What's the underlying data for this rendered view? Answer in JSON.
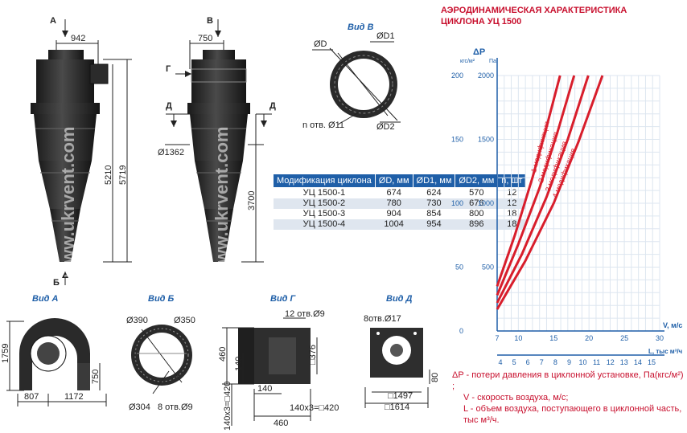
{
  "chart_title": [
    "АЭРОДИНАМИЧЕСКАЯ ХАРАКТЕРИСТИКА",
    "ЦИКЛОНА УЦ 1500"
  ],
  "view_titles": {
    "v": "Вид В",
    "a": "Вид А",
    "b": "Вид Б",
    "g": "Вид Г",
    "d": "Вид Д"
  },
  "section_labels": {
    "a": "А",
    "b": "Б",
    "v": "В",
    "g": "Г",
    "d1": "Д",
    "d2": "Д"
  },
  "dims": {
    "w942": "942",
    "h5210": "5210",
    "h5719": "5719",
    "w750": "750",
    "d1362": "Ø1362",
    "h3700": "3700",
    "vd": "ØD",
    "vd1": "ØD1",
    "vd2": "ØD2",
    "vholes": "n отв. Ø11",
    "a1759": "1759",
    "a750": "750",
    "a807": "807",
    "a1172": "1172",
    "b390": "Ø390",
    "b350": "Ø350",
    "b304": "Ø304",
    "b8holes": "8 отв.Ø9",
    "g12holes": "12 отв.Ø9",
    "g460": "460",
    "g140": "140",
    "g376": "□376",
    "g140x3a": "140x3=□420",
    "g140b": "140",
    "g140x3b": "140x3=□420",
    "g460b": "460",
    "d8holes": "8отв.Ø17",
    "d80": "80",
    "d1497": "□1497",
    "d1614": "□1614"
  },
  "watermark": "www.ukrvent.com",
  "table": {
    "headers": [
      "Модификация циклона",
      "ØD, мм",
      "ØD1, мм",
      "ØD2, мм",
      "n, шт"
    ],
    "rows": [
      [
        "УЦ 1500-1",
        "674",
        "624",
        "570",
        "12"
      ],
      [
        "УЦ 1500-2",
        "780",
        "730",
        "676",
        "12"
      ],
      [
        "УЦ 1500-3",
        "904",
        "854",
        "800",
        "18"
      ],
      [
        "УЦ 1500-4",
        "1004",
        "954",
        "896",
        "18"
      ]
    ]
  },
  "chart_data": {
    "type": "line",
    "ylabel": "ΔP",
    "yunits_left": "кгс/м²",
    "yunits_right": "Па",
    "y_kgs_ticks": [
      "0",
      "50",
      "100",
      "150",
      "200"
    ],
    "y_pa_ticks": [
      "500",
      "1000",
      "1500",
      "2000"
    ],
    "ylim_kgs": [
      0,
      200
    ],
    "x_v_label": "V, м/с",
    "x_v_ticks": [
      "7",
      "10",
      "15",
      "20",
      "25",
      "30"
    ],
    "xlim_v": [
      7,
      30
    ],
    "x_l_label": "L, тыс м³/ч",
    "x_l_ticks": [
      "4",
      "5",
      "6",
      "7",
      "8",
      "9",
      "10",
      "11",
      "12",
      "13",
      "14",
      "15"
    ],
    "xlim_l": [
      4,
      15
    ],
    "series": [
      {
        "name": "1 модификация",
        "points": [
          [
            7.0,
            35
          ],
          [
            9.5,
            75
          ],
          [
            12.0,
            120
          ],
          [
            14.0,
            160
          ],
          [
            15.9,
            200
          ]
        ]
      },
      {
        "name": "2 модификация",
        "points": [
          [
            7.0,
            28
          ],
          [
            10.0,
            68
          ],
          [
            13.0,
            112
          ],
          [
            15.5,
            155
          ],
          [
            17.9,
            200
          ]
        ]
      },
      {
        "name": "3 модификация",
        "points": [
          [
            7.0,
            22
          ],
          [
            10.5,
            60
          ],
          [
            14.0,
            105
          ],
          [
            17.0,
            150
          ],
          [
            19.9,
            200
          ]
        ]
      },
      {
        "name": "4 модификация",
        "points": [
          [
            7.0,
            17
          ],
          [
            11.0,
            55
          ],
          [
            15.0,
            100
          ],
          [
            18.5,
            148
          ],
          [
            21.9,
            200
          ]
        ]
      }
    ],
    "line_color": "#d81e2c"
  },
  "legend": {
    "dp": "ΔP - потери давления в циклонной установке, Па(кгс/м²) ;",
    "v": "V - скорость воздуха, м/с;",
    "l": "L - объем воздуха, поступающего в циклонной часть, тыс м³/ч."
  }
}
